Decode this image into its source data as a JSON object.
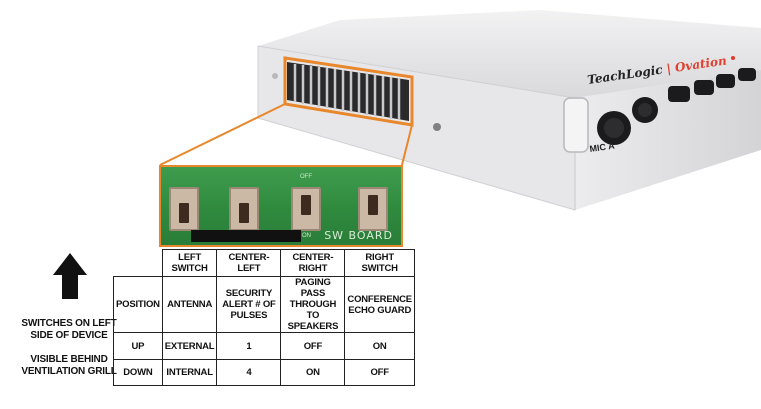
{
  "device": {
    "brand": "TeachLogic",
    "model": "Ovation",
    "jack_label": "MIC A"
  },
  "board_label": "SW BOARD",
  "board_marks": {
    "off": "OFF",
    "on": "ON"
  },
  "side_notes": {
    "switches": "SWITCHES ON LEFT SIDE OF DEVICE",
    "visible": "VISIBLE BEHIND VENTILATION GRILL"
  },
  "table": {
    "headers": [
      "LEFT SWITCH",
      "CENTER-LEFT",
      "CENTER-RIGHT",
      "RIGHT SWITCH"
    ],
    "rows": [
      {
        "label": "POSITION",
        "cells": [
          "ANTENNA",
          "SECURITY ALERT # OF PULSES",
          "PAGING PASS THROUGH TO SPEAKERS",
          "CONFERENCE ECHO GUARD"
        ]
      },
      {
        "label": "UP",
        "cells": [
          "EXTERNAL",
          "1",
          "OFF",
          "ON"
        ]
      },
      {
        "label": "DOWN",
        "cells": [
          "INTERNAL",
          "4",
          "ON",
          "OFF"
        ]
      }
    ]
  },
  "colors": {
    "callout": "#e8872c",
    "board_green": "#2f8a3e",
    "device_body": "#e4e4e6"
  }
}
